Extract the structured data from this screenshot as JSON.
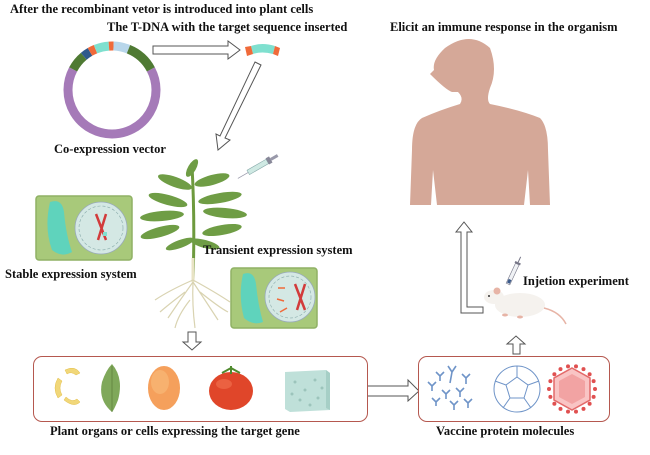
{
  "labels": {
    "intro": "After the recombinant vetor is introduced into plant cells",
    "tdna": "The T-DNA with the target sequence inserted",
    "vector": "Co-expression vector",
    "stable": "Stable expression system",
    "transient": "Transient expression system",
    "organs": "Plant organs or cells expressing the target gene",
    "vaccine": "Vaccine protein molecules",
    "injection": "Injetion experiment",
    "immune": "Elicit an immune response in the organism"
  },
  "icons": {
    "plasmid": "plasmid-ring",
    "tdna_fragment": "tdna-fragment",
    "syringe": "syringe",
    "plant": "plant-with-roots",
    "cell_stable": "plant-cell-stable",
    "cell_transient": "plant-cell-transient",
    "cells": "cell-cluster",
    "leaf": "leaf",
    "seed": "seed",
    "tomato": "tomato",
    "callus": "callus-cube",
    "antibodies": "antibodies",
    "vlp": "virus-like-particle",
    "virus": "virus",
    "mouse": "mouse",
    "human": "human-torso"
  },
  "colors": {
    "plasmid_backbone": "#a57ab8",
    "plasmid_green": "#4f7a33",
    "plasmid_blue": "#2f5a8c",
    "plasmid_orange": "#f06a3a",
    "plasmid_teal": "#7fe0cf",
    "plasmid_lightblue": "#b8d6ea",
    "box_border": "#b5584f",
    "cell_green": "#a8c97a",
    "human_skin": "#d5a898"
  }
}
